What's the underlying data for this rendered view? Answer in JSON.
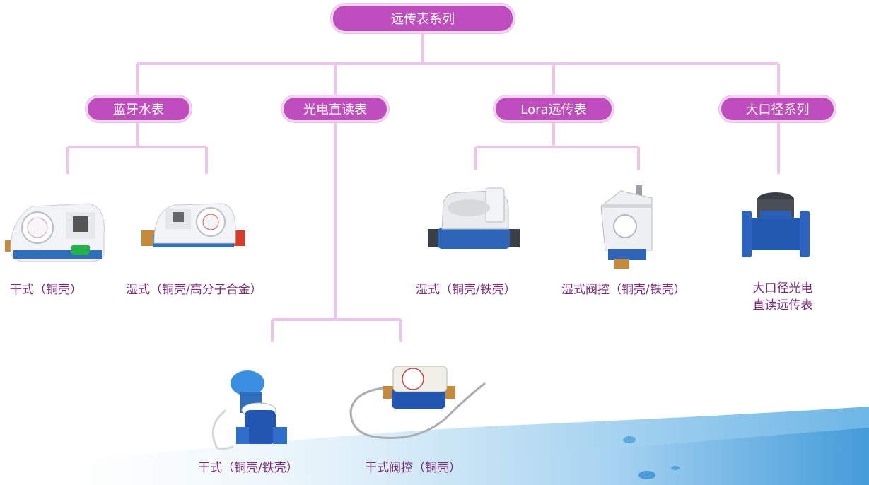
{
  "title": "远传表系列",
  "categories": [
    {
      "label": "蓝牙水表"
    },
    {
      "label": "光电直读表"
    },
    {
      "label": "Lora远传表"
    },
    {
      "label": "大口径系列"
    }
  ],
  "products": [
    {
      "label": "干式（铜壳）"
    },
    {
      "label": "湿式（铜壳/高分子合金）"
    },
    {
      "label": "湿式（铜壳/铁壳）"
    },
    {
      "label": "湿式阀控（铜壳/铁壳）"
    },
    {
      "label_line1": "大口径光电",
      "label_line2": "直读远传表"
    },
    {
      "label": "干式（铜壳/铁壳）"
    },
    {
      "label": "干式阀控（铜壳）"
    }
  ],
  "colors": {
    "node": "#c04dbe",
    "line": "#ecc6e8",
    "text": "#7a2a78"
  }
}
